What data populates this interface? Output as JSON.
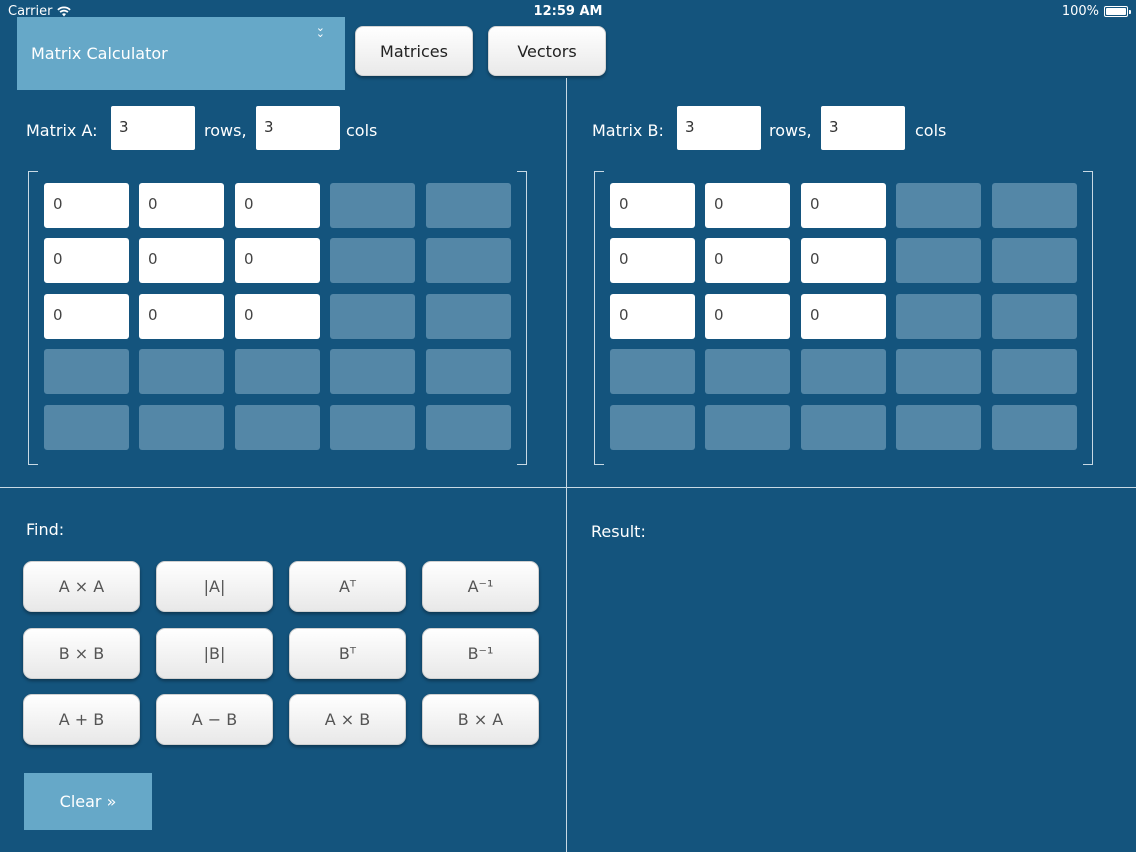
{
  "status_bar": {
    "carrier": "Carrier",
    "time": "12:59 AM",
    "battery": "100%"
  },
  "header": {
    "app_title": "Matrix Calculator",
    "tabs": [
      {
        "label": "Matrices"
      },
      {
        "label": "Vectors"
      }
    ]
  },
  "matrix_a": {
    "label": "Matrix A:",
    "rows": "3",
    "rows_label": "rows,",
    "cols": "3",
    "cols_label": "cols",
    "values": [
      [
        "0",
        "0",
        "0"
      ],
      [
        "0",
        "0",
        "0"
      ],
      [
        "0",
        "0",
        "0"
      ]
    ]
  },
  "matrix_b": {
    "label": "Matrix B:",
    "rows": "3",
    "rows_label": "rows,",
    "cols": "3",
    "cols_label": "cols",
    "values": [
      [
        "0",
        "0",
        "0"
      ],
      [
        "0",
        "0",
        "0"
      ],
      [
        "0",
        "0",
        "0"
      ]
    ]
  },
  "find": {
    "label": "Find:",
    "ops": [
      [
        "A × A",
        "|A|",
        "Aᵀ",
        "A⁻¹"
      ],
      [
        "B × B",
        "|B|",
        "Bᵀ",
        "B⁻¹"
      ],
      [
        "A + B",
        "A − B",
        "A × B",
        "B × A"
      ]
    ],
    "clear_label": "Clear »"
  },
  "result": {
    "label": "Result:"
  },
  "colors": {
    "background": "#14547d",
    "accent_panel": "#66a8c8",
    "inactive_cell": "#5487a7"
  }
}
